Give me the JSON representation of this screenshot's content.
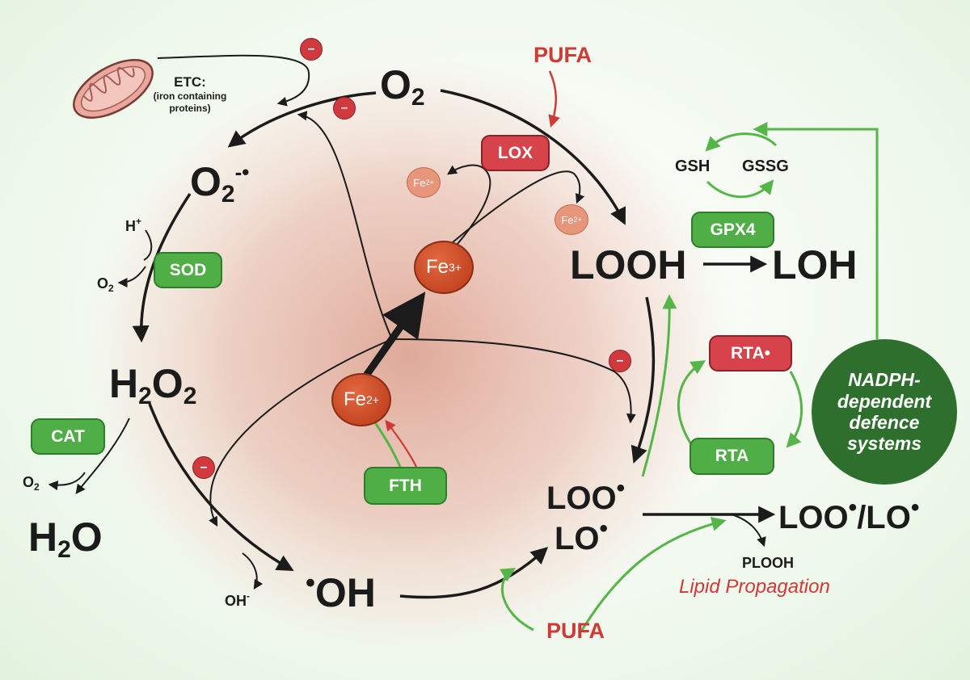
{
  "species": {
    "o2": "O",
    "o2_sub": "2",
    "superoxide": "O",
    "superoxide_sub": "2",
    "superoxide_sup": "-•",
    "h2o2_a": "H",
    "h2o2_b": "O",
    "h2o2_sub": "2",
    "h2o_a": "H",
    "h2o_b": "O",
    "h2o_sub": "2",
    "hydroxyl_dot": "•",
    "hydroxyl": "OH",
    "looh": "LOOH",
    "loh": "LOH",
    "loo": "LOO",
    "lo": "LO",
    "dot": "•",
    "propagated_a": "LOO",
    "propagated_b": "/LO"
  },
  "small_labels": {
    "h_plus": "H",
    "plus": "+",
    "o2_small": "O",
    "o2_small_sub": "2",
    "o2_small_2": "O",
    "oh_minus": "OH",
    "minus_sup": "-",
    "gsh": "GSH",
    "gssg": "GSSG",
    "plooh": "PLOOH"
  },
  "pufa": {
    "top": "PUFA",
    "bottom": "PUFA"
  },
  "lipid_propagation": "Lipid Propagation",
  "etc": {
    "title": "ETC:",
    "subtitle": "(iron containing proteins)"
  },
  "enzymes": {
    "sod": "SOD",
    "cat": "CAT",
    "gpx4": "GPX4",
    "fth": "FTH",
    "rta": "RTA",
    "lox": "LOX",
    "rta_radical": "RTA•"
  },
  "iron": {
    "fe2_base": "Fe",
    "fe2_sup": "2+",
    "fe3_base": "Fe",
    "fe3_sup": "3+",
    "small_fe2_base": "Fe",
    "small_fe2_sup": "2+"
  },
  "inhibition_symbol": "–",
  "defence": "NADPH-\ndependent\ndefence\nsystems",
  "colors": {
    "black_arrow": "#1b1b1b",
    "green_arrow": "#55b548",
    "red_arrow": "#cf3a35",
    "enzyme_green": "#4fae45",
    "enzyme_red": "#d6434a",
    "defence_dark_green": "#2f6f2e",
    "iron_orange": "#c9492a"
  }
}
